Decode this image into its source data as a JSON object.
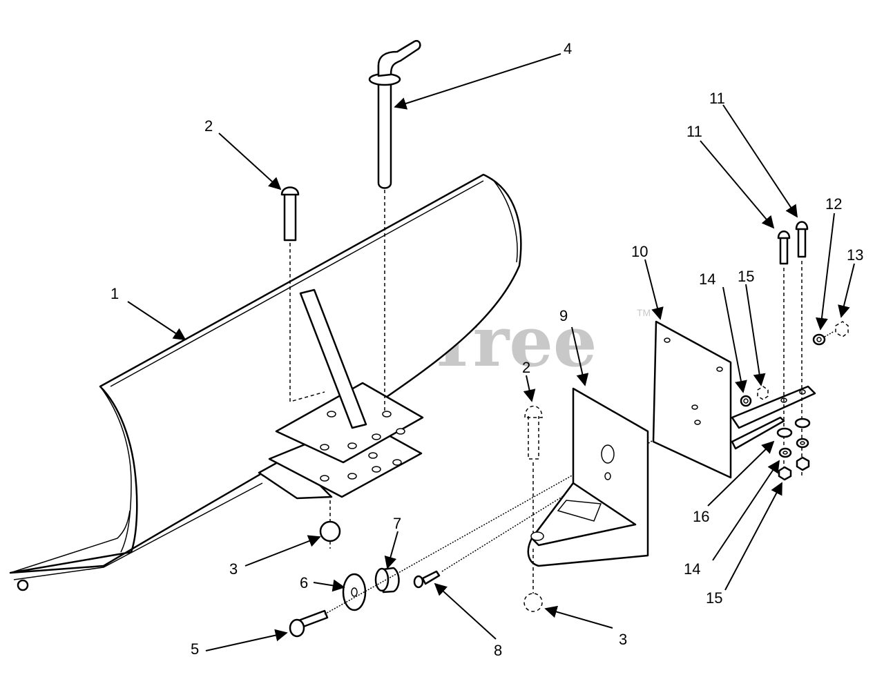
{
  "watermark": {
    "text": "PartsTree",
    "tm": "TM"
  },
  "callouts": [
    {
      "id": "c1",
      "label": "1"
    },
    {
      "id": "c2a",
      "label": "2"
    },
    {
      "id": "c2b",
      "label": "2"
    },
    {
      "id": "c3a",
      "label": "3"
    },
    {
      "id": "c3b",
      "label": "3"
    },
    {
      "id": "c4",
      "label": "4"
    },
    {
      "id": "c5",
      "label": "5"
    },
    {
      "id": "c6",
      "label": "6"
    },
    {
      "id": "c7",
      "label": "7"
    },
    {
      "id": "c8",
      "label": "8"
    },
    {
      "id": "c9",
      "label": "9"
    },
    {
      "id": "c10",
      "label": "10"
    },
    {
      "id": "c11a",
      "label": "11"
    },
    {
      "id": "c11b",
      "label": "11"
    },
    {
      "id": "c12",
      "label": "12"
    },
    {
      "id": "c13",
      "label": "13"
    },
    {
      "id": "c14a",
      "label": "14"
    },
    {
      "id": "c14b",
      "label": "14"
    },
    {
      "id": "c15a",
      "label": "15"
    },
    {
      "id": "c15b",
      "label": "15"
    },
    {
      "id": "c16",
      "label": "16"
    }
  ]
}
